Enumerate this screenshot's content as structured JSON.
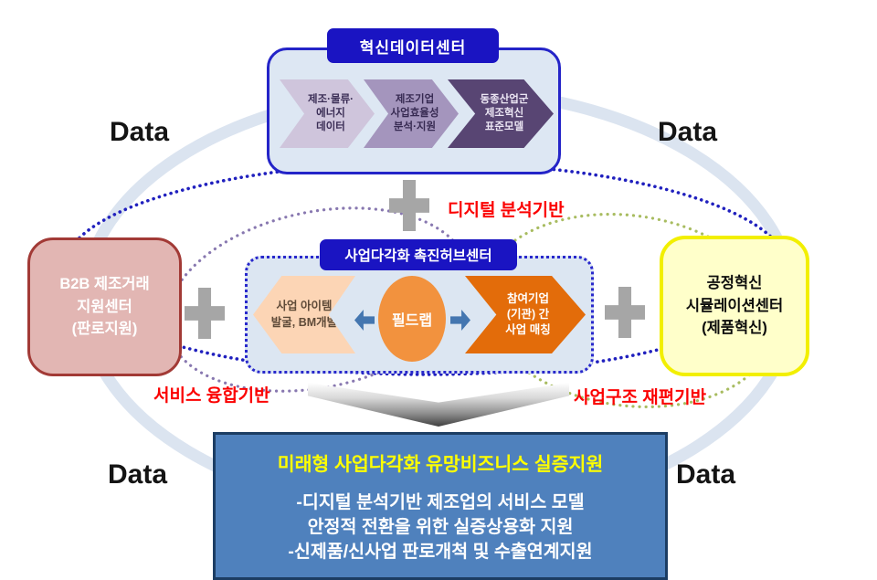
{
  "corners": {
    "top_left": "Data",
    "top_right": "Data",
    "bottom_left": "Data",
    "bottom_right": "Data"
  },
  "top_center": {
    "title": "혁신데이터센터",
    "steps": [
      {
        "label": "제조·물류·\n에너지\n데이터"
      },
      {
        "label": "제조기업\n사업효율성\n분석·지원"
      },
      {
        "label": "동종산업군\n제조혁신\n표준모델"
      }
    ]
  },
  "left_box": {
    "label": "B2B 제조거래\n지원센터\n(판로지원)"
  },
  "right_box": {
    "label": "공정혁신\n시뮬레이션센터\n(제품혁신)"
  },
  "hub": {
    "title": "사업다각화 촉진허브센터",
    "left_step": "사업 아이템\n발굴, BM개발",
    "center_label": "필드랩",
    "right_step": "참여기업\n(기관) 간\n사업 매칭"
  },
  "connectors": {
    "top": "디지털 분석기반",
    "left": "서비스 융합기반",
    "right": "사업구조 재편기반"
  },
  "bottom_box": {
    "title": "미래형 사업다각화 유망비즈니스 실증지원",
    "lines": [
      "-디지털 분석기반 제조업의 서비스 모델",
      "안정적 전환을 위한 실증상용화 지원",
      "-신제품/신사업 판로개척 및 수출연계지원"
    ]
  },
  "colors": {
    "navy_blue": "#1a14c2",
    "light_blue_panel": "#dde7f3",
    "ring_blue": "#dbe4f0",
    "navy_dots": "#2020be",
    "purple_dots": "#8878b0",
    "green_dots": "#a8bc60",
    "chevron_light": "#cfc5dc",
    "chevron_mid": "#a495bd",
    "chevron_dark": "#584573",
    "pink_box": "#e2b6b3",
    "pink_border": "#a23a36",
    "yellow_box": "#ffffca",
    "yellow_border": "#f2ef00",
    "peach_chevron": "#fcd5b5",
    "orange_chevron": "#e36c0a",
    "orange_ellipse": "#f2923e",
    "steel_blue": "#4f81bd",
    "plus_gray": "#a6a6a6",
    "red_text": "#fb0000"
  }
}
